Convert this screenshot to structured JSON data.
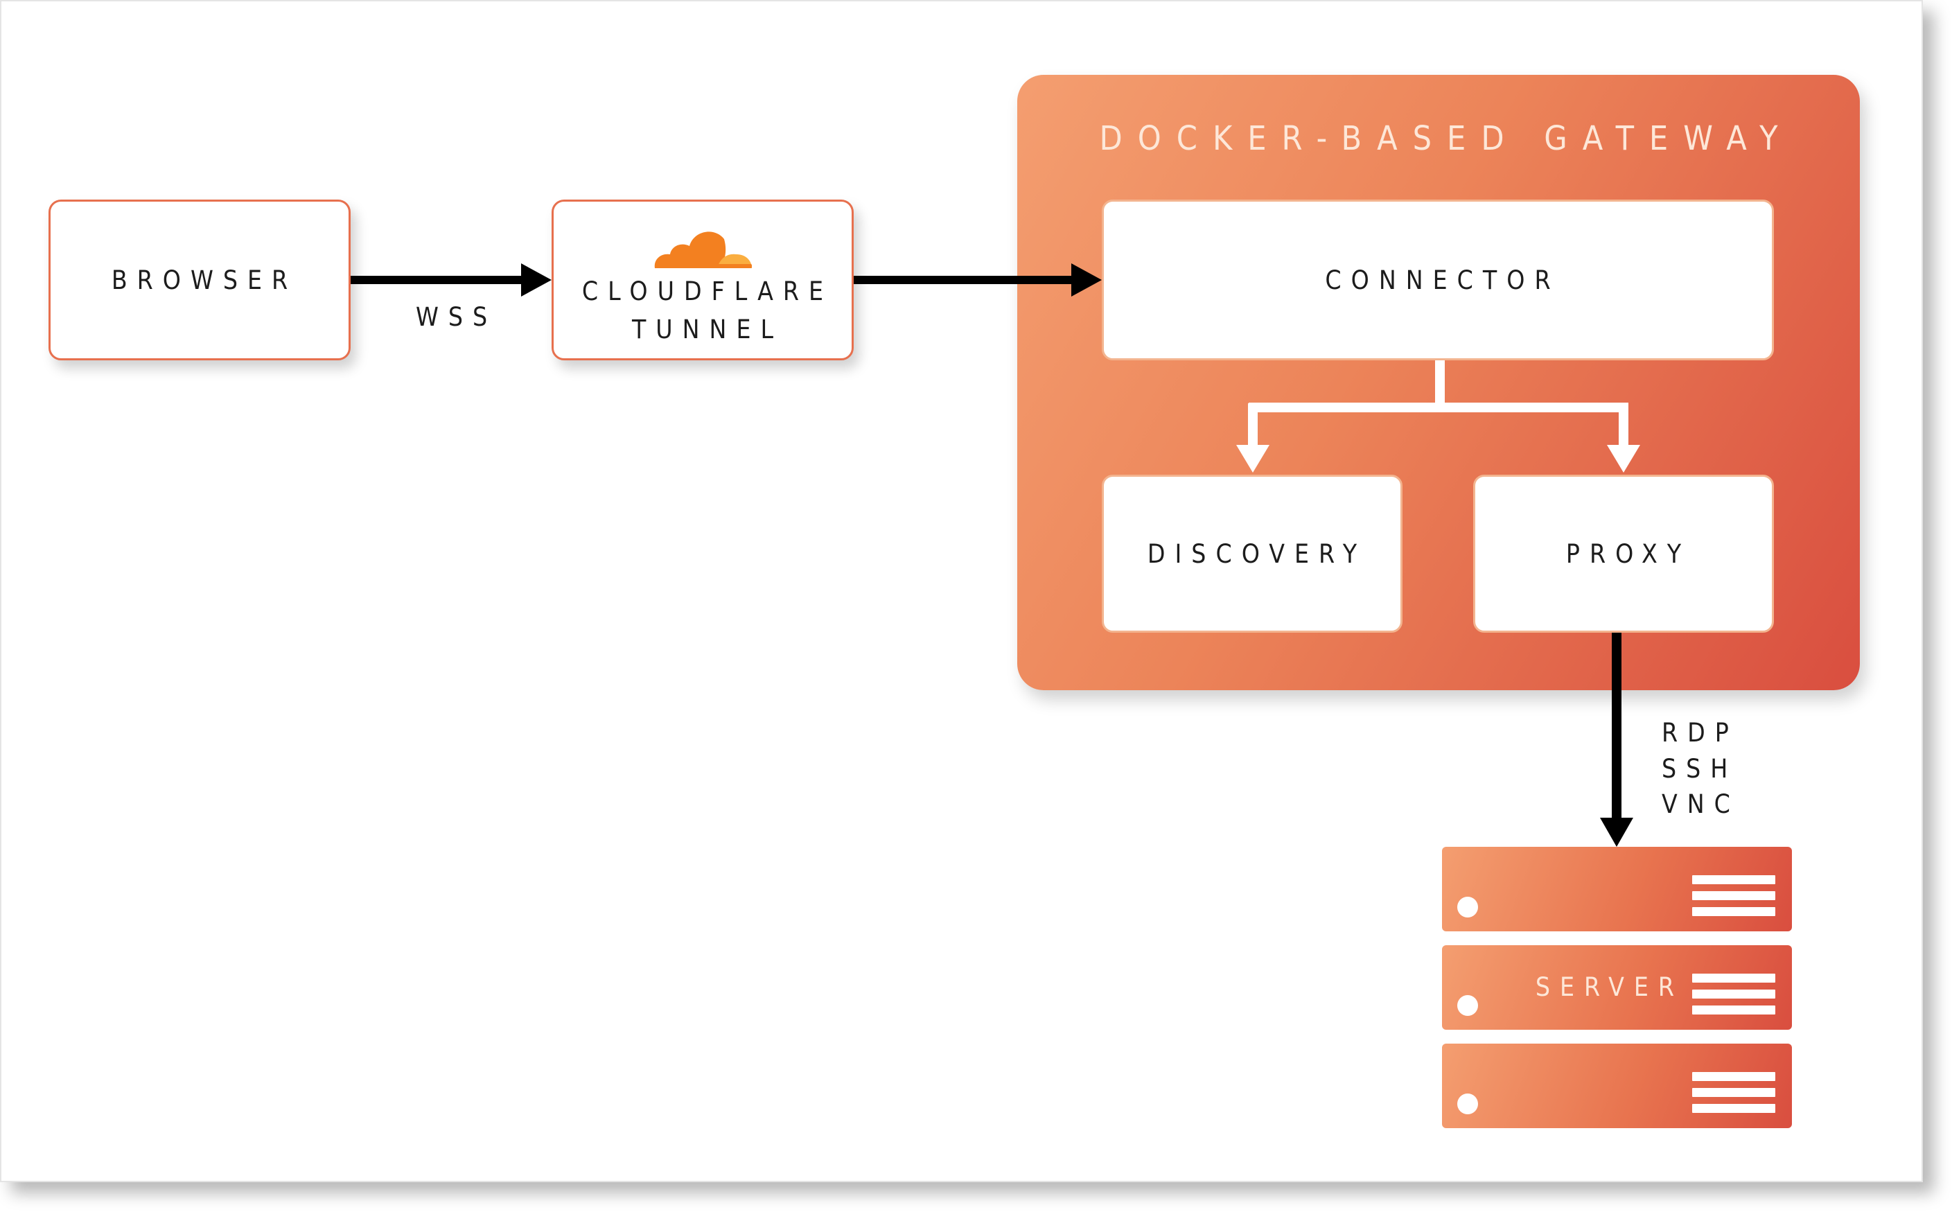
{
  "nodes": {
    "browser": "BROWSER",
    "cloudflare_line1": "CLOUDFLARE",
    "cloudflare_line2": "TUNNEL",
    "connector": "CONNECTOR",
    "discovery": "DISCOVERY",
    "proxy": "PROXY",
    "server": "SERVER"
  },
  "gateway": {
    "title": "DOCKER-BASED GATEWAY"
  },
  "edges": {
    "browser_to_tunnel": "WSS",
    "proxy_to_server": [
      "RDP",
      "SSH",
      "VNC"
    ]
  },
  "colors": {
    "gateway_start": "#f49e70",
    "gateway_end": "#d94e3f",
    "node_border": "#e7704e",
    "arrow": "#000000",
    "cloud_orange": "#f38020",
    "cloud_light": "#faae40"
  },
  "icons": {
    "cloudflare": "cloudflare-cloud-icon",
    "server": "server-rack-icon"
  }
}
